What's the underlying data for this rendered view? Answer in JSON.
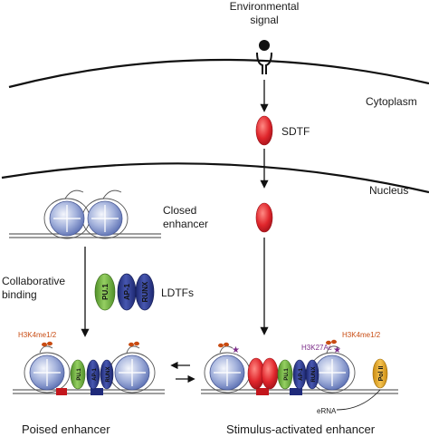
{
  "labels": {
    "environmental_signal_line1": "Environmental",
    "environmental_signal_line2": "signal",
    "cytoplasm": "Cytoplasm",
    "sdtf": "SDTF",
    "nucleus": "Nucleus",
    "closed_enhancer_line1": "Closed",
    "closed_enhancer_line2": "enhancer",
    "collaborative_binding_line1": "Collaborative",
    "collaborative_binding_line2": "binding",
    "ldtfs": "LDTFs",
    "poised_enhancer": "Poised enhancer",
    "stimulus_activated_enhancer": "Stimulus-activated enhancer",
    "h3k4me12_poised": "H3K4me1/2",
    "h3k4me12_active": "H3K4me1/2",
    "h3k27ac": "H3K27Ac",
    "erna": "eRNA"
  },
  "factors": {
    "pu1": "PU.1",
    "ap1": "AP-1",
    "runx": "RUNX",
    "pol2": "Pol II"
  },
  "colors": {
    "sdtf_red": "#e0262c",
    "pu1_green": "#6cae3a",
    "ap1_blue": "#2b3a8f",
    "runx_blue": "#27348b",
    "pol2_gold": "#e6a91b",
    "nucleosome_blue": "#7f93c9",
    "mark_orange": "#c84b12",
    "acetyl_purple": "#7a2a87"
  }
}
